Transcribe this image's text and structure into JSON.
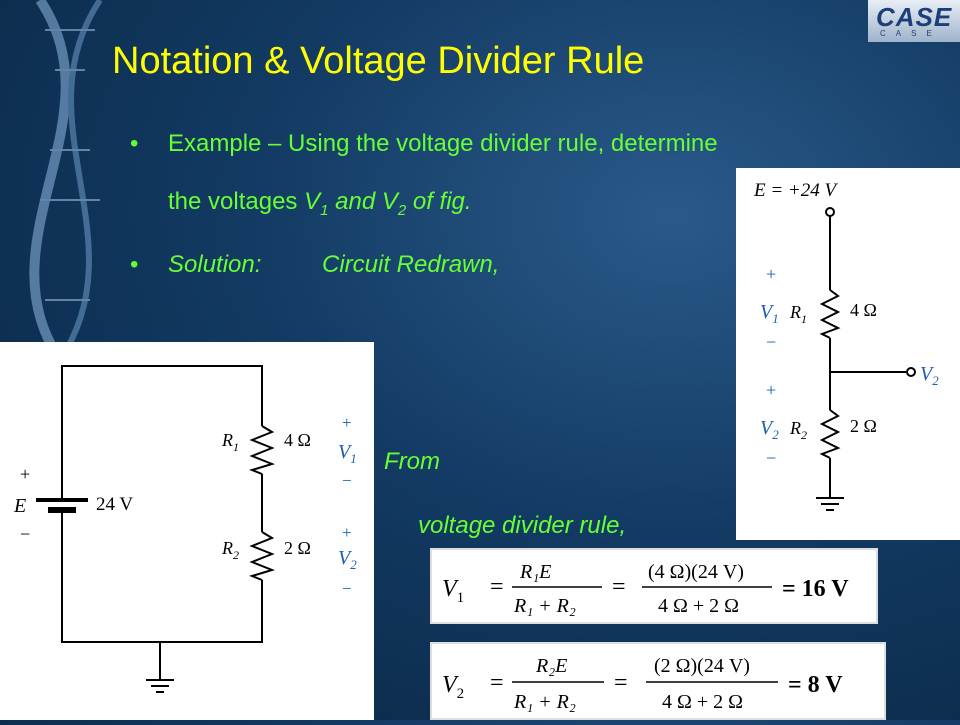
{
  "slide": {
    "title": "Notation & Voltage Divider Rule",
    "bullet_marker": "•",
    "bullet1_line1": "Example – Using the voltage divider rule, determine",
    "bullet1_line2_prefix": "the voltages ",
    "bullet1_v": "V",
    "bullet1_sub1": "1",
    "bullet1_and": " and V",
    "bullet1_sub2": "2",
    "bullet1_suffix": " of fig.",
    "solution_label": "Solution:",
    "solution_text": "Circuit Redrawn,",
    "from_text": "From",
    "rule_text": "voltage divider rule,"
  },
  "logo": {
    "text": "CASE",
    "subtitle": "CASE"
  },
  "circuit_original": {
    "source_label": "E = +24 V",
    "r1_label": "R",
    "r1_sub": "1",
    "r1_value": "4 Ω",
    "r2_label": "R",
    "r2_sub": "2",
    "r2_value": "2 Ω",
    "v1_label": "V",
    "v1_sub": "1",
    "v2_label": "V",
    "v2_sub": "2",
    "plus": "+",
    "minus": "−"
  },
  "circuit_redrawn": {
    "e_label": "E",
    "source_value": "24 V",
    "r1_label": "R",
    "r1_sub": "1",
    "r1_value": "4 Ω",
    "r2_label": "R",
    "r2_sub": "2",
    "r2_value": "2 Ω",
    "v1_label": "V",
    "v1_sub": "1",
    "v2_label": "V",
    "v2_sub": "2",
    "plus": "+",
    "minus": "−"
  },
  "equation1": {
    "lhs": "V",
    "lhs_sub": "1",
    "eq": "=",
    "num1": "R₁E",
    "den1": "R₁ + R₂",
    "num2": "(4 Ω)(24 V)",
    "den2": "4 Ω + 2 Ω",
    "result": "= 16 V"
  },
  "equation2": {
    "lhs": "V",
    "lhs_sub": "2",
    "eq": "=",
    "num1": "R₂E",
    "den1": "R₁ + R₂",
    "num2": "(2 Ω)(24 V)",
    "den2": "4 Ω + 2 Ω",
    "result": "= 8 V"
  }
}
